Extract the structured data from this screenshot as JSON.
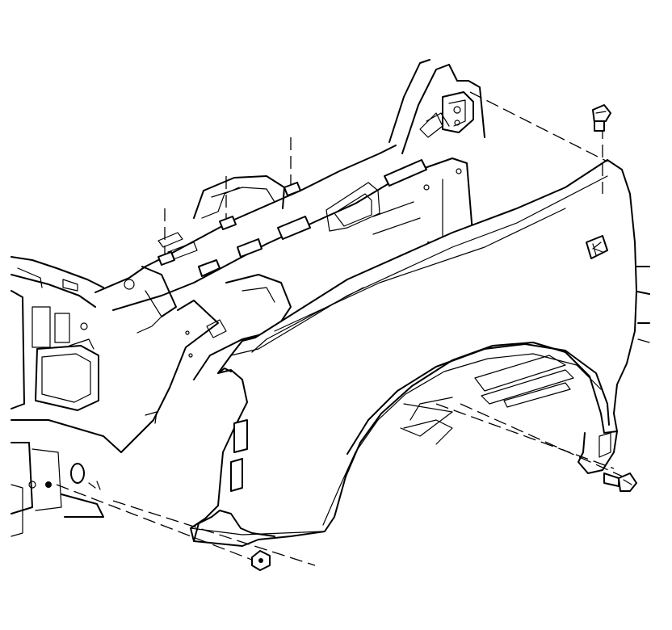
{
  "diagram": {
    "parts": [
      {
        "name": "front-fender"
      },
      {
        "name": "fender-emblem"
      },
      {
        "name": "wheelhouse-liner-opening"
      },
      {
        "name": "upper-rail"
      },
      {
        "name": "a-pillar"
      },
      {
        "name": "cowl-bracket"
      },
      {
        "name": "radiator-support"
      },
      {
        "name": "hinge-pillar"
      }
    ],
    "fasteners": [
      {
        "name": "top-rear-bolt",
        "type": "bolt"
      },
      {
        "name": "lower-rear-bolt",
        "type": "bolt"
      },
      {
        "name": "lower-front-nut",
        "type": "nut"
      },
      {
        "name": "rail-stud-1",
        "type": "stud"
      },
      {
        "name": "rail-stud-2",
        "type": "stud"
      },
      {
        "name": "rail-stud-3",
        "type": "stud"
      }
    ],
    "colors": {
      "line": "#000000",
      "background": "#ffffff"
    }
  }
}
